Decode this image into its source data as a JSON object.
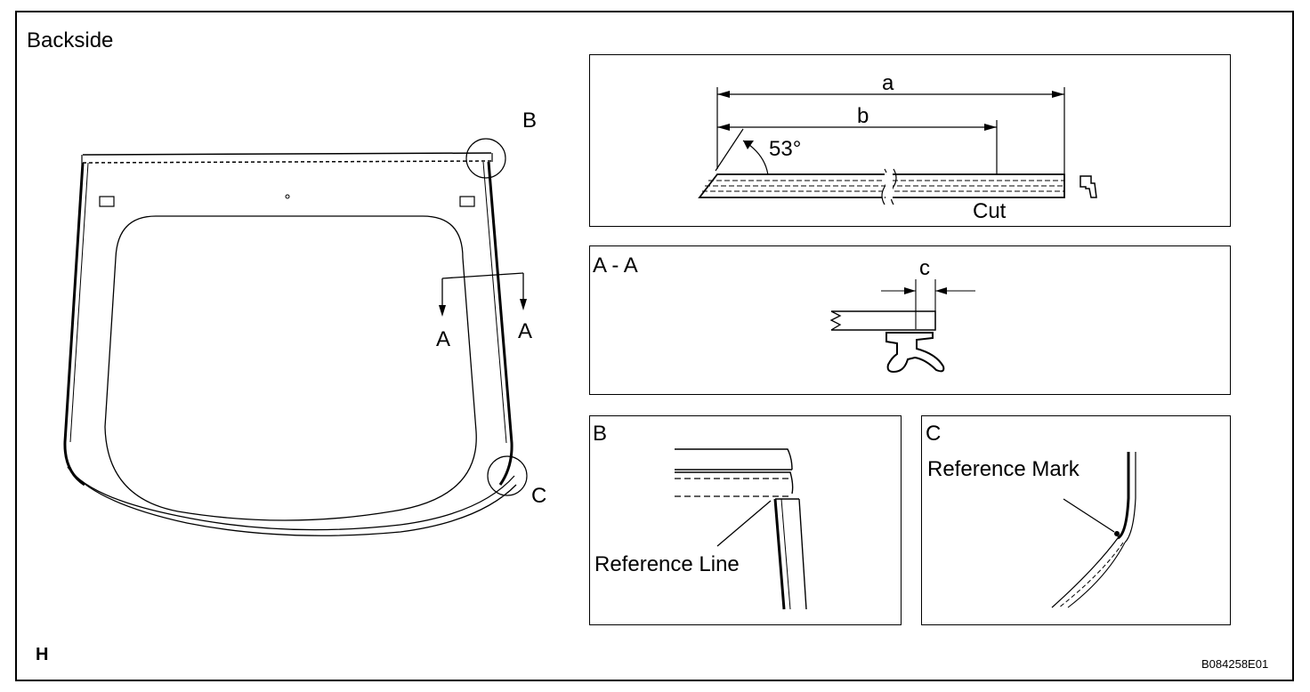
{
  "main": {
    "title": "Backside",
    "callout_b": "B",
    "callout_c": "C",
    "section_a_left": "A",
    "section_a_right": "A",
    "corner_code": "H",
    "figure_id": "B084258E01"
  },
  "panel_length": {
    "dim_a": "a",
    "dim_b": "b",
    "angle": "53°",
    "cut_label": "Cut"
  },
  "panel_section": {
    "title": "A - A",
    "dim_c": "c"
  },
  "panel_b": {
    "title": "B",
    "reference_line": "Reference Line"
  },
  "panel_c": {
    "title": "C",
    "reference_mark": "Reference Mark"
  }
}
